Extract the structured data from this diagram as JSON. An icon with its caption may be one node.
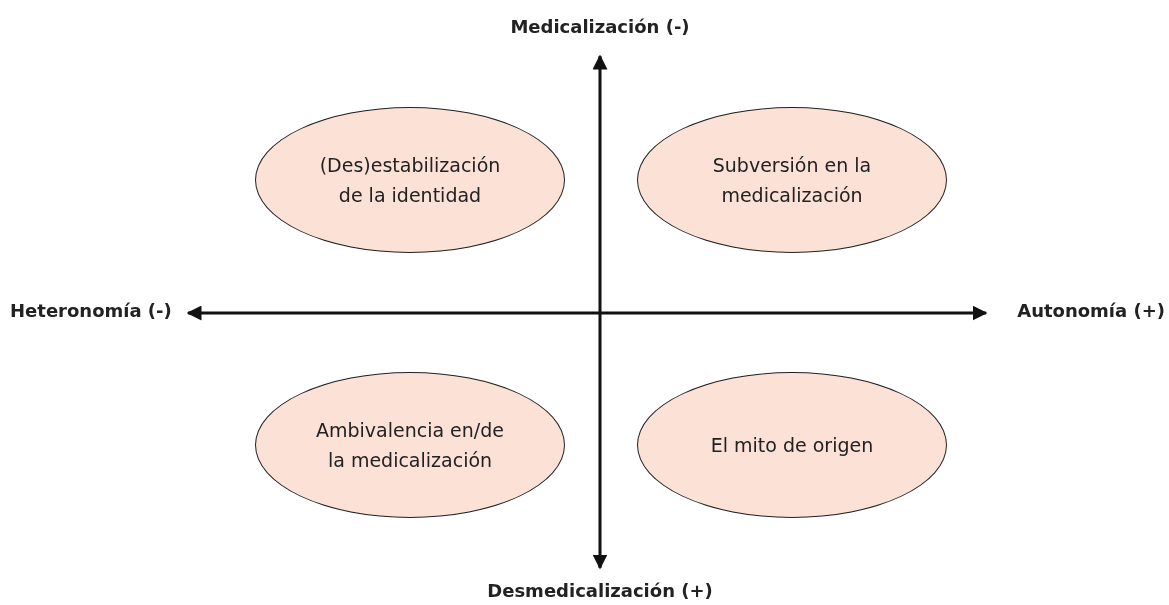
{
  "diagram": {
    "nodes": [
      {
        "text": [
          "(Des)estabilización de la identidad"
        ]
      },
      {
        "text": [
          "Subversión en la medicalización"
        ]
      },
      {
        "text": [
          "Ambivalencia en/de la medicalización"
        ]
      },
      {
        "text": [
          "El mito de origen"
        ]
      }
    ],
    "edges": [],
    "labels": [
      "Medicalización (-)",
      "Heteronomía (-)",
      "Autonomía (+)",
      "Desmedicalización (+)"
    ]
  }
}
